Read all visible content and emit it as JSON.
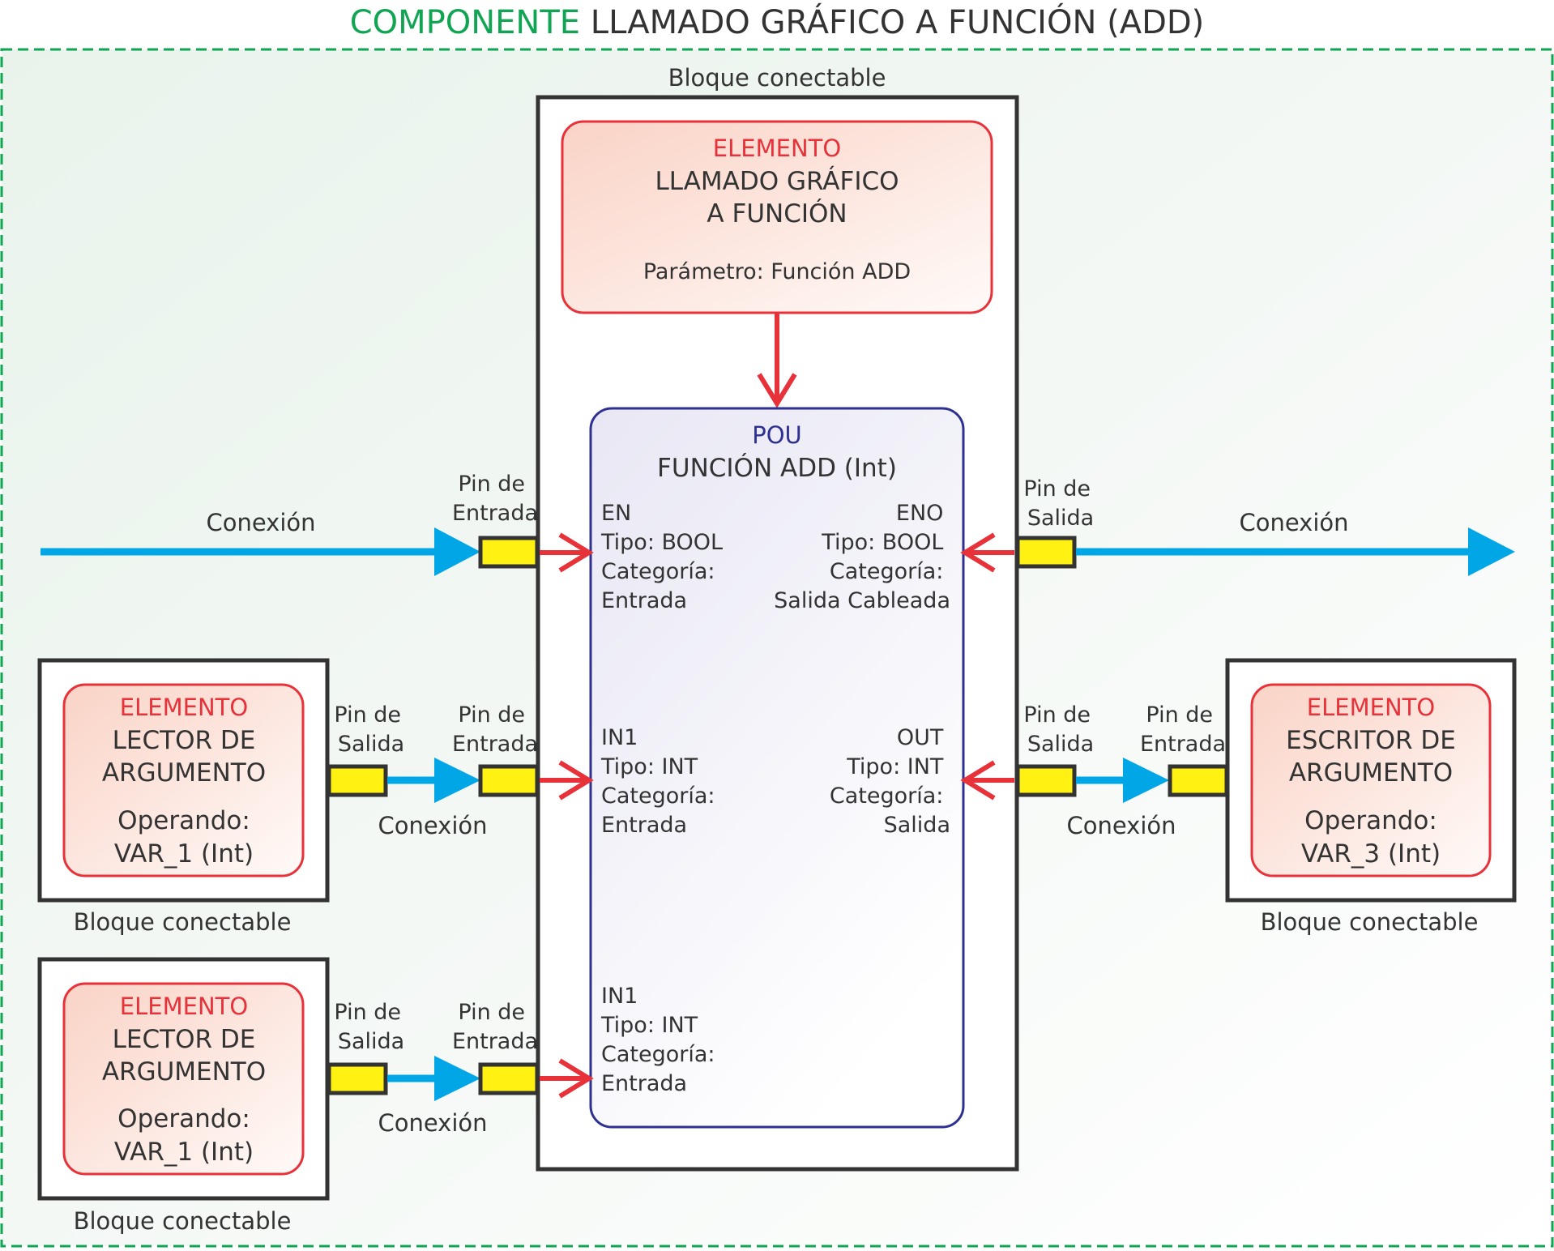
{
  "title": {
    "accent": "COMPONENTE",
    "rest": " LLAMADO GRÁFICO A FUNCIÓN (ADD)"
  },
  "colors": {
    "accent_green": "#10a552",
    "element_red": "#e8323a",
    "connection_blue": "#00a6e6",
    "pin_yellow": "#fff212",
    "pou_navy": "#2e3191",
    "frame_dark": "#333333"
  },
  "block_label": "Bloque conectable",
  "connection_label": "Conexión",
  "pins": {
    "input": [
      "Pin de",
      "Entrada"
    ],
    "output": [
      "Pin de",
      "Salida"
    ]
  },
  "call_element": {
    "kind": "ELEMENTO",
    "name_line1": "LLAMADO GRÁFICO",
    "name_line2": "A FUNCIÓN",
    "parameter": "Parámetro: Función ADD"
  },
  "pou": {
    "kind": "POU",
    "name": "FUNCIÓN ADD (Int)",
    "en": [
      "EN",
      "Tipo: BOOL",
      "Categoría:",
      "Entrada"
    ],
    "eno": [
      "ENO",
      "Tipo: BOOL",
      "Categoría:",
      "Salida Cableada"
    ],
    "in1": [
      "IN1",
      "Tipo: INT",
      "Categoría:",
      "Entrada"
    ],
    "out": [
      "OUT",
      "Tipo: INT",
      "Categoría:",
      "Salida"
    ],
    "in2": [
      "IN1",
      "Tipo: INT",
      "Categoría:",
      "Entrada"
    ]
  },
  "reader_1": {
    "kind": "ELEMENTO",
    "line1": "LECTOR DE",
    "line2": "ARGUMENTO",
    "op1": "Operando:",
    "op2": "VAR_1 (Int)"
  },
  "reader_2": {
    "kind": "ELEMENTO",
    "line1": "LECTOR DE",
    "line2": "ARGUMENTO",
    "op1": "Operando:",
    "op2": "VAR_1 (Int)"
  },
  "writer": {
    "kind": "ELEMENTO",
    "line1": "ESCRITOR DE",
    "line2": "ARGUMENTO",
    "op1": "Operando:",
    "op2": "VAR_3 (Int)"
  }
}
